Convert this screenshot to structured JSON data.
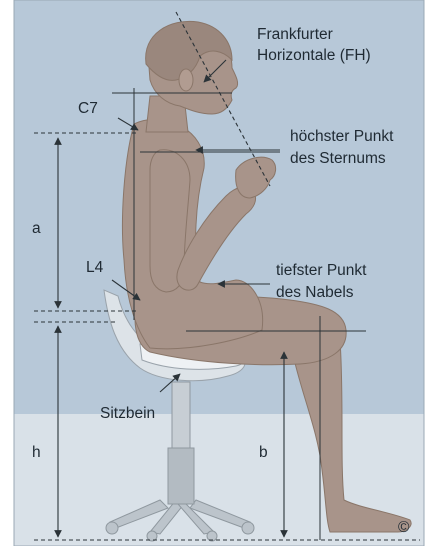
{
  "labels": {
    "fh_line1": "Frankfurter",
    "fh_line2": "Horizontale (FH)",
    "c7": "C7",
    "sternum_line1": "höchster Punkt",
    "sternum_line2": "des Sternums",
    "a": "a",
    "l4": "L4",
    "navel_line1": "tiefster Punkt",
    "navel_line2": "des Nabels",
    "sitzbein": "Sitzbein",
    "h": "h",
    "b": "b",
    "copyright": "©"
  },
  "colors": {
    "wall": "#b7c8d8",
    "floor": "#d9e1e8",
    "skin": "#a8948a",
    "chair_seat": "#dde3e8",
    "chair_frame": "#bcc4cb"
  }
}
